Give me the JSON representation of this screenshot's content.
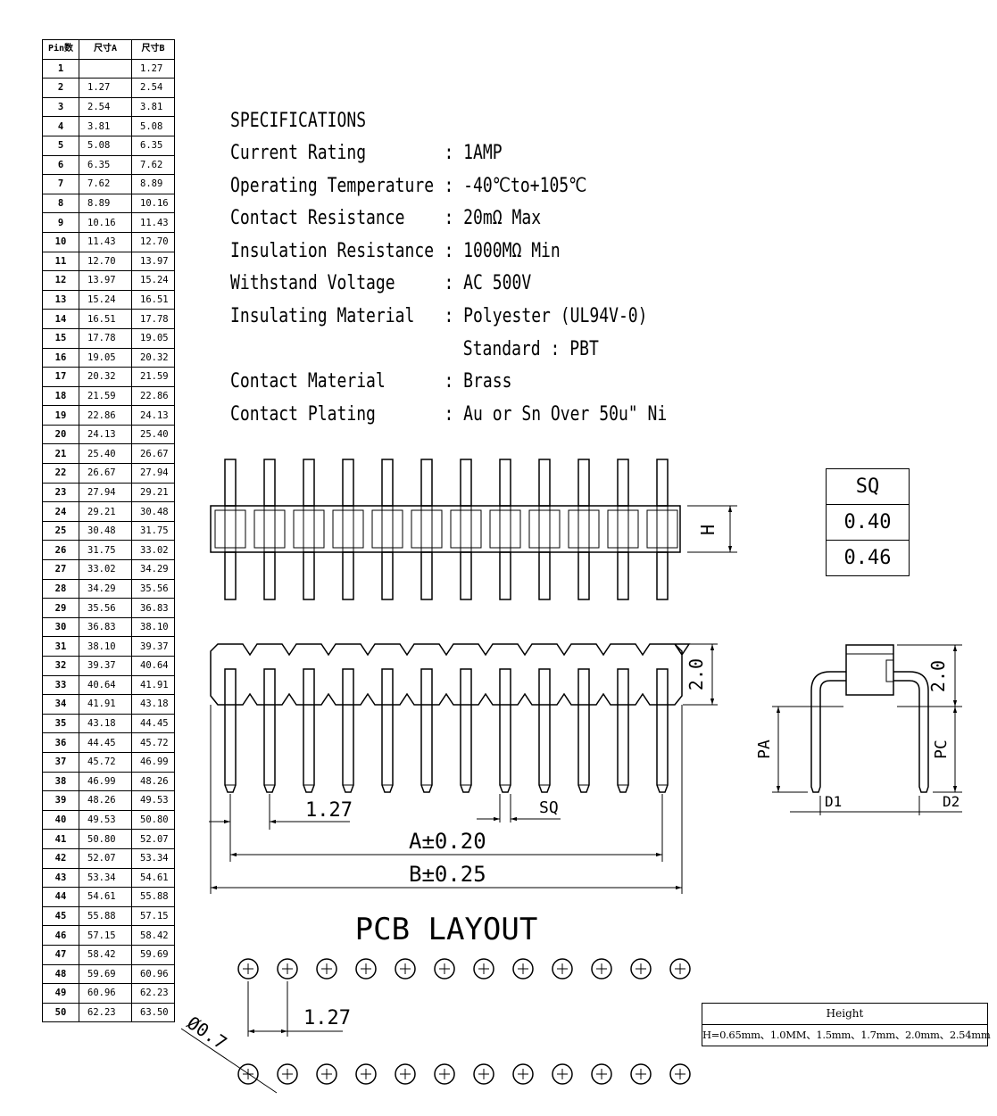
{
  "pin_table": {
    "headers": [
      "Pin数",
      "尺寸A",
      "尺寸B"
    ],
    "rows": [
      [
        "1",
        "",
        "1.27"
      ],
      [
        "2",
        "1.27",
        "2.54"
      ],
      [
        "3",
        "2.54",
        "3.81"
      ],
      [
        "4",
        "3.81",
        "5.08"
      ],
      [
        "5",
        "5.08",
        "6.35"
      ],
      [
        "6",
        "6.35",
        "7.62"
      ],
      [
        "7",
        "7.62",
        "8.89"
      ],
      [
        "8",
        "8.89",
        "10.16"
      ],
      [
        "9",
        "10.16",
        "11.43"
      ],
      [
        "10",
        "11.43",
        "12.70"
      ],
      [
        "11",
        "12.70",
        "13.97"
      ],
      [
        "12",
        "13.97",
        "15.24"
      ],
      [
        "13",
        "15.24",
        "16.51"
      ],
      [
        "14",
        "16.51",
        "17.78"
      ],
      [
        "15",
        "17.78",
        "19.05"
      ],
      [
        "16",
        "19.05",
        "20.32"
      ],
      [
        "17",
        "20.32",
        "21.59"
      ],
      [
        "18",
        "21.59",
        "22.86"
      ],
      [
        "19",
        "22.86",
        "24.13"
      ],
      [
        "20",
        "24.13",
        "25.40"
      ],
      [
        "21",
        "25.40",
        "26.67"
      ],
      [
        "22",
        "26.67",
        "27.94"
      ],
      [
        "23",
        "27.94",
        "29.21"
      ],
      [
        "24",
        "29.21",
        "30.48"
      ],
      [
        "25",
        "30.48",
        "31.75"
      ],
      [
        "26",
        "31.75",
        "33.02"
      ],
      [
        "27",
        "33.02",
        "34.29"
      ],
      [
        "28",
        "34.29",
        "35.56"
      ],
      [
        "29",
        "35.56",
        "36.83"
      ],
      [
        "30",
        "36.83",
        "38.10"
      ],
      [
        "31",
        "38.10",
        "39.37"
      ],
      [
        "32",
        "39.37",
        "40.64"
      ],
      [
        "33",
        "40.64",
        "41.91"
      ],
      [
        "34",
        "41.91",
        "43.18"
      ],
      [
        "35",
        "43.18",
        "44.45"
      ],
      [
        "36",
        "44.45",
        "45.72"
      ],
      [
        "37",
        "45.72",
        "46.99"
      ],
      [
        "38",
        "46.99",
        "48.26"
      ],
      [
        "39",
        "48.26",
        "49.53"
      ],
      [
        "40",
        "49.53",
        "50.80"
      ],
      [
        "41",
        "50.80",
        "52.07"
      ],
      [
        "42",
        "52.07",
        "53.34"
      ],
      [
        "43",
        "53.34",
        "54.61"
      ],
      [
        "44",
        "54.61",
        "55.88"
      ],
      [
        "45",
        "55.88",
        "57.15"
      ],
      [
        "46",
        "57.15",
        "58.42"
      ],
      [
        "47",
        "58.42",
        "59.69"
      ],
      [
        "48",
        "59.69",
        "60.96"
      ],
      [
        "49",
        "60.96",
        "62.23"
      ],
      [
        "50",
        "62.23",
        "63.50"
      ]
    ]
  },
  "specs": {
    "title": "SPECIFICATIONS",
    "items": [
      {
        "key": "Current Rating",
        "value": ": 1AMP"
      },
      {
        "key": "Operating Temperature",
        "value": ": -40℃to+105℃"
      },
      {
        "key": "Contact Resistance",
        "value": ": 20mΩ Max"
      },
      {
        "key": "Insulation Resistance",
        "value": ": 1000MΩ Min"
      },
      {
        "key": "Withstand Voltage",
        "value": ": AC 500V"
      },
      {
        "key": "Insulating Material",
        "value": ": Polyester (UL94V-0)"
      },
      {
        "key": "",
        "value": "Standard : PBT"
      },
      {
        "key": "Contact Material",
        "value": ": Brass"
      },
      {
        "key": "Contact Plating",
        "value": ": Au or Sn Over 50u\" Ni"
      }
    ]
  },
  "sq_table": {
    "header": "SQ",
    "values": [
      "0.40",
      "0.46"
    ]
  },
  "dims": {
    "h": "H",
    "pitch": "1.27",
    "sq": "SQ",
    "a": "A±0.20",
    "b": "B±0.25",
    "height_2": "2.0",
    "side_height": "2.0",
    "pa": "PA",
    "pc": "PC",
    "d1": "D1",
    "d2": "D2",
    "pcb_title": "PCB LAYOUT",
    "pcb_pitch": "1.27",
    "hole": "Ø0.7"
  },
  "height_box": {
    "title": "Height",
    "values": "H=0.65mm、1.0MM、1.5mm、1.7mm、2.0mm、2.54mm"
  },
  "pin_count_drawn": 12
}
